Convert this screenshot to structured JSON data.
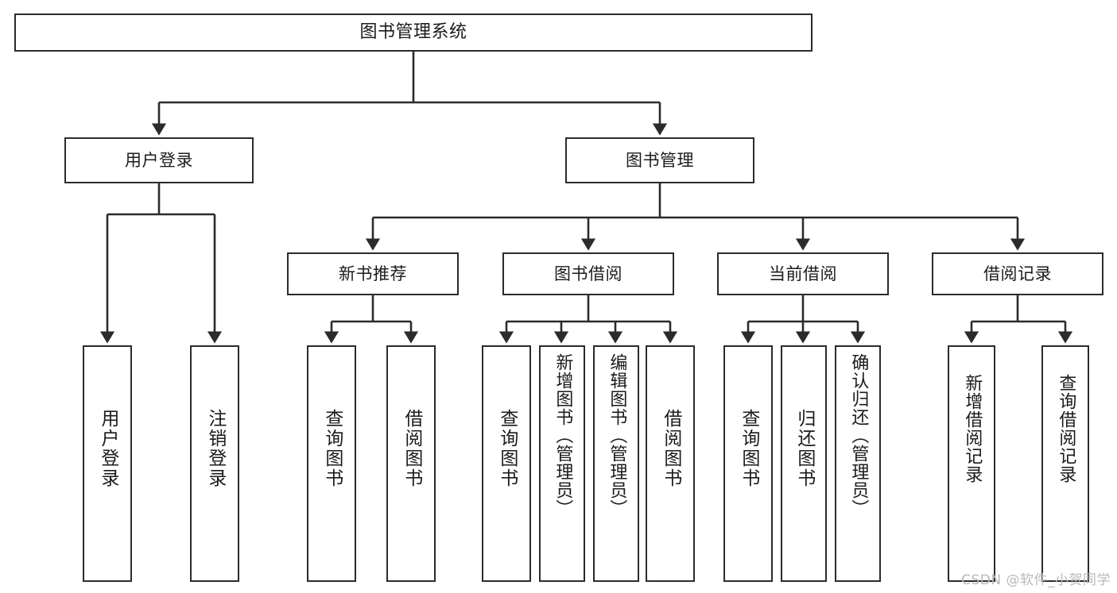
{
  "diagram": {
    "title": "图书管理系统",
    "type": "tree-hierarchy-chart",
    "colors": {
      "background": "#ffffff",
      "box_border": "#2b2b2b",
      "box_fill": "#ffffff",
      "text": "#1b1b1b",
      "connector": "#2b2b2b",
      "watermark": "#b9b9b9"
    }
  },
  "root": {
    "label": "图书管理系统"
  },
  "level2": [
    {
      "label": "用户登录"
    },
    {
      "label": "图书管理"
    }
  ],
  "level3": [
    {
      "label": "新书推荐"
    },
    {
      "label": "图书借阅"
    },
    {
      "label": "当前借阅"
    },
    {
      "label": "借阅记录"
    }
  ],
  "leaves": {
    "user_login": [
      {
        "label": "用户登录"
      },
      {
        "label": "注销登录"
      }
    ],
    "new_book_recommend": [
      {
        "label": "查询图书"
      },
      {
        "label": "借阅图书"
      }
    ],
    "book_borrow": [
      {
        "label": "查询图书"
      },
      {
        "label": "新增图书（管理员）"
      },
      {
        "label": "编辑图书（管理员）"
      },
      {
        "label": "借阅图书"
      }
    ],
    "current_borrow": [
      {
        "label": "查询图书"
      },
      {
        "label": "归还图书"
      },
      {
        "label": "确认归还（管理员）"
      }
    ],
    "borrow_record": [
      {
        "label": "新增借阅记录"
      },
      {
        "label": "查询借阅记录"
      }
    ]
  },
  "watermark": {
    "text": "CSDN @软件_小贺同学"
  }
}
